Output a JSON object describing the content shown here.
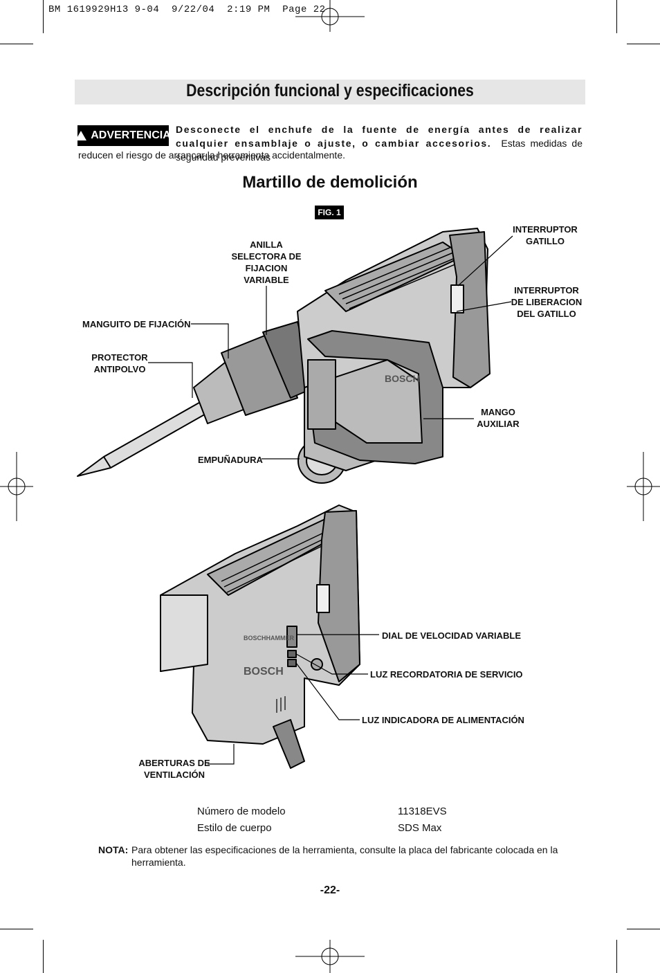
{
  "print_slug": "BM 1619929H13 9-04  9/22/04  2:19 PM  Page 22",
  "title": "Descripción funcional y especificaciones",
  "warning": {
    "badge": "ADVERTENCIA",
    "bold_text": "Desconecte el enchufe de la fuente de energía antes de realizar cualquier ensamblaje o ajuste, o cambiar accesorios.",
    "text_inline": "Estas medidas de seguridad preventivas",
    "text_continued": "reducen el riesgo de arrancar la herramienta accidentalmente."
  },
  "subtitle": "Martillo de demolición",
  "figure_label": "FIG. 1",
  "fig1_labels": {
    "selector_ring": [
      "ANILLA",
      "SELECTORA DE",
      "FIJACION",
      "VARIABLE"
    ],
    "trigger_switch": [
      "INTERRUPTOR",
      "GATILLO"
    ],
    "trigger_release": [
      "INTERRUPTOR",
      "DE LIBERACION",
      "DEL GATILLO"
    ],
    "locking_sleeve": "MANGUITO DE FIJACIÓN",
    "dust_protector": [
      "PROTECTOR",
      "ANTIPOLVO"
    ],
    "aux_handle": [
      "MANGO",
      "AUXILIAR"
    ],
    "grip": "EMPUÑADURA"
  },
  "fig2_labels": {
    "speed_dial": "DIAL DE VELOCIDAD VARIABLE",
    "service_light": "LUZ RECORDATORIA DE SERVICIO",
    "power_light": "LUZ INDICADORA DE ALIMENTACIÓN",
    "vents": [
      "ABERTURAS DE",
      "VENTILACIÓN"
    ]
  },
  "tool_brand_marks": [
    "BOSCH",
    "BOSCHHAMMER"
  ],
  "specs": [
    {
      "label": "Número de modelo",
      "value": "11318EVS"
    },
    {
      "label": "Estilo de cuerpo",
      "value": "SDS Max"
    }
  ],
  "note": {
    "label": "NOTA:",
    "text": "Para obtener las especificaciones de la herramienta, consulte la placa del fabricante colocada en la herramienta."
  },
  "page_number": "-22-"
}
